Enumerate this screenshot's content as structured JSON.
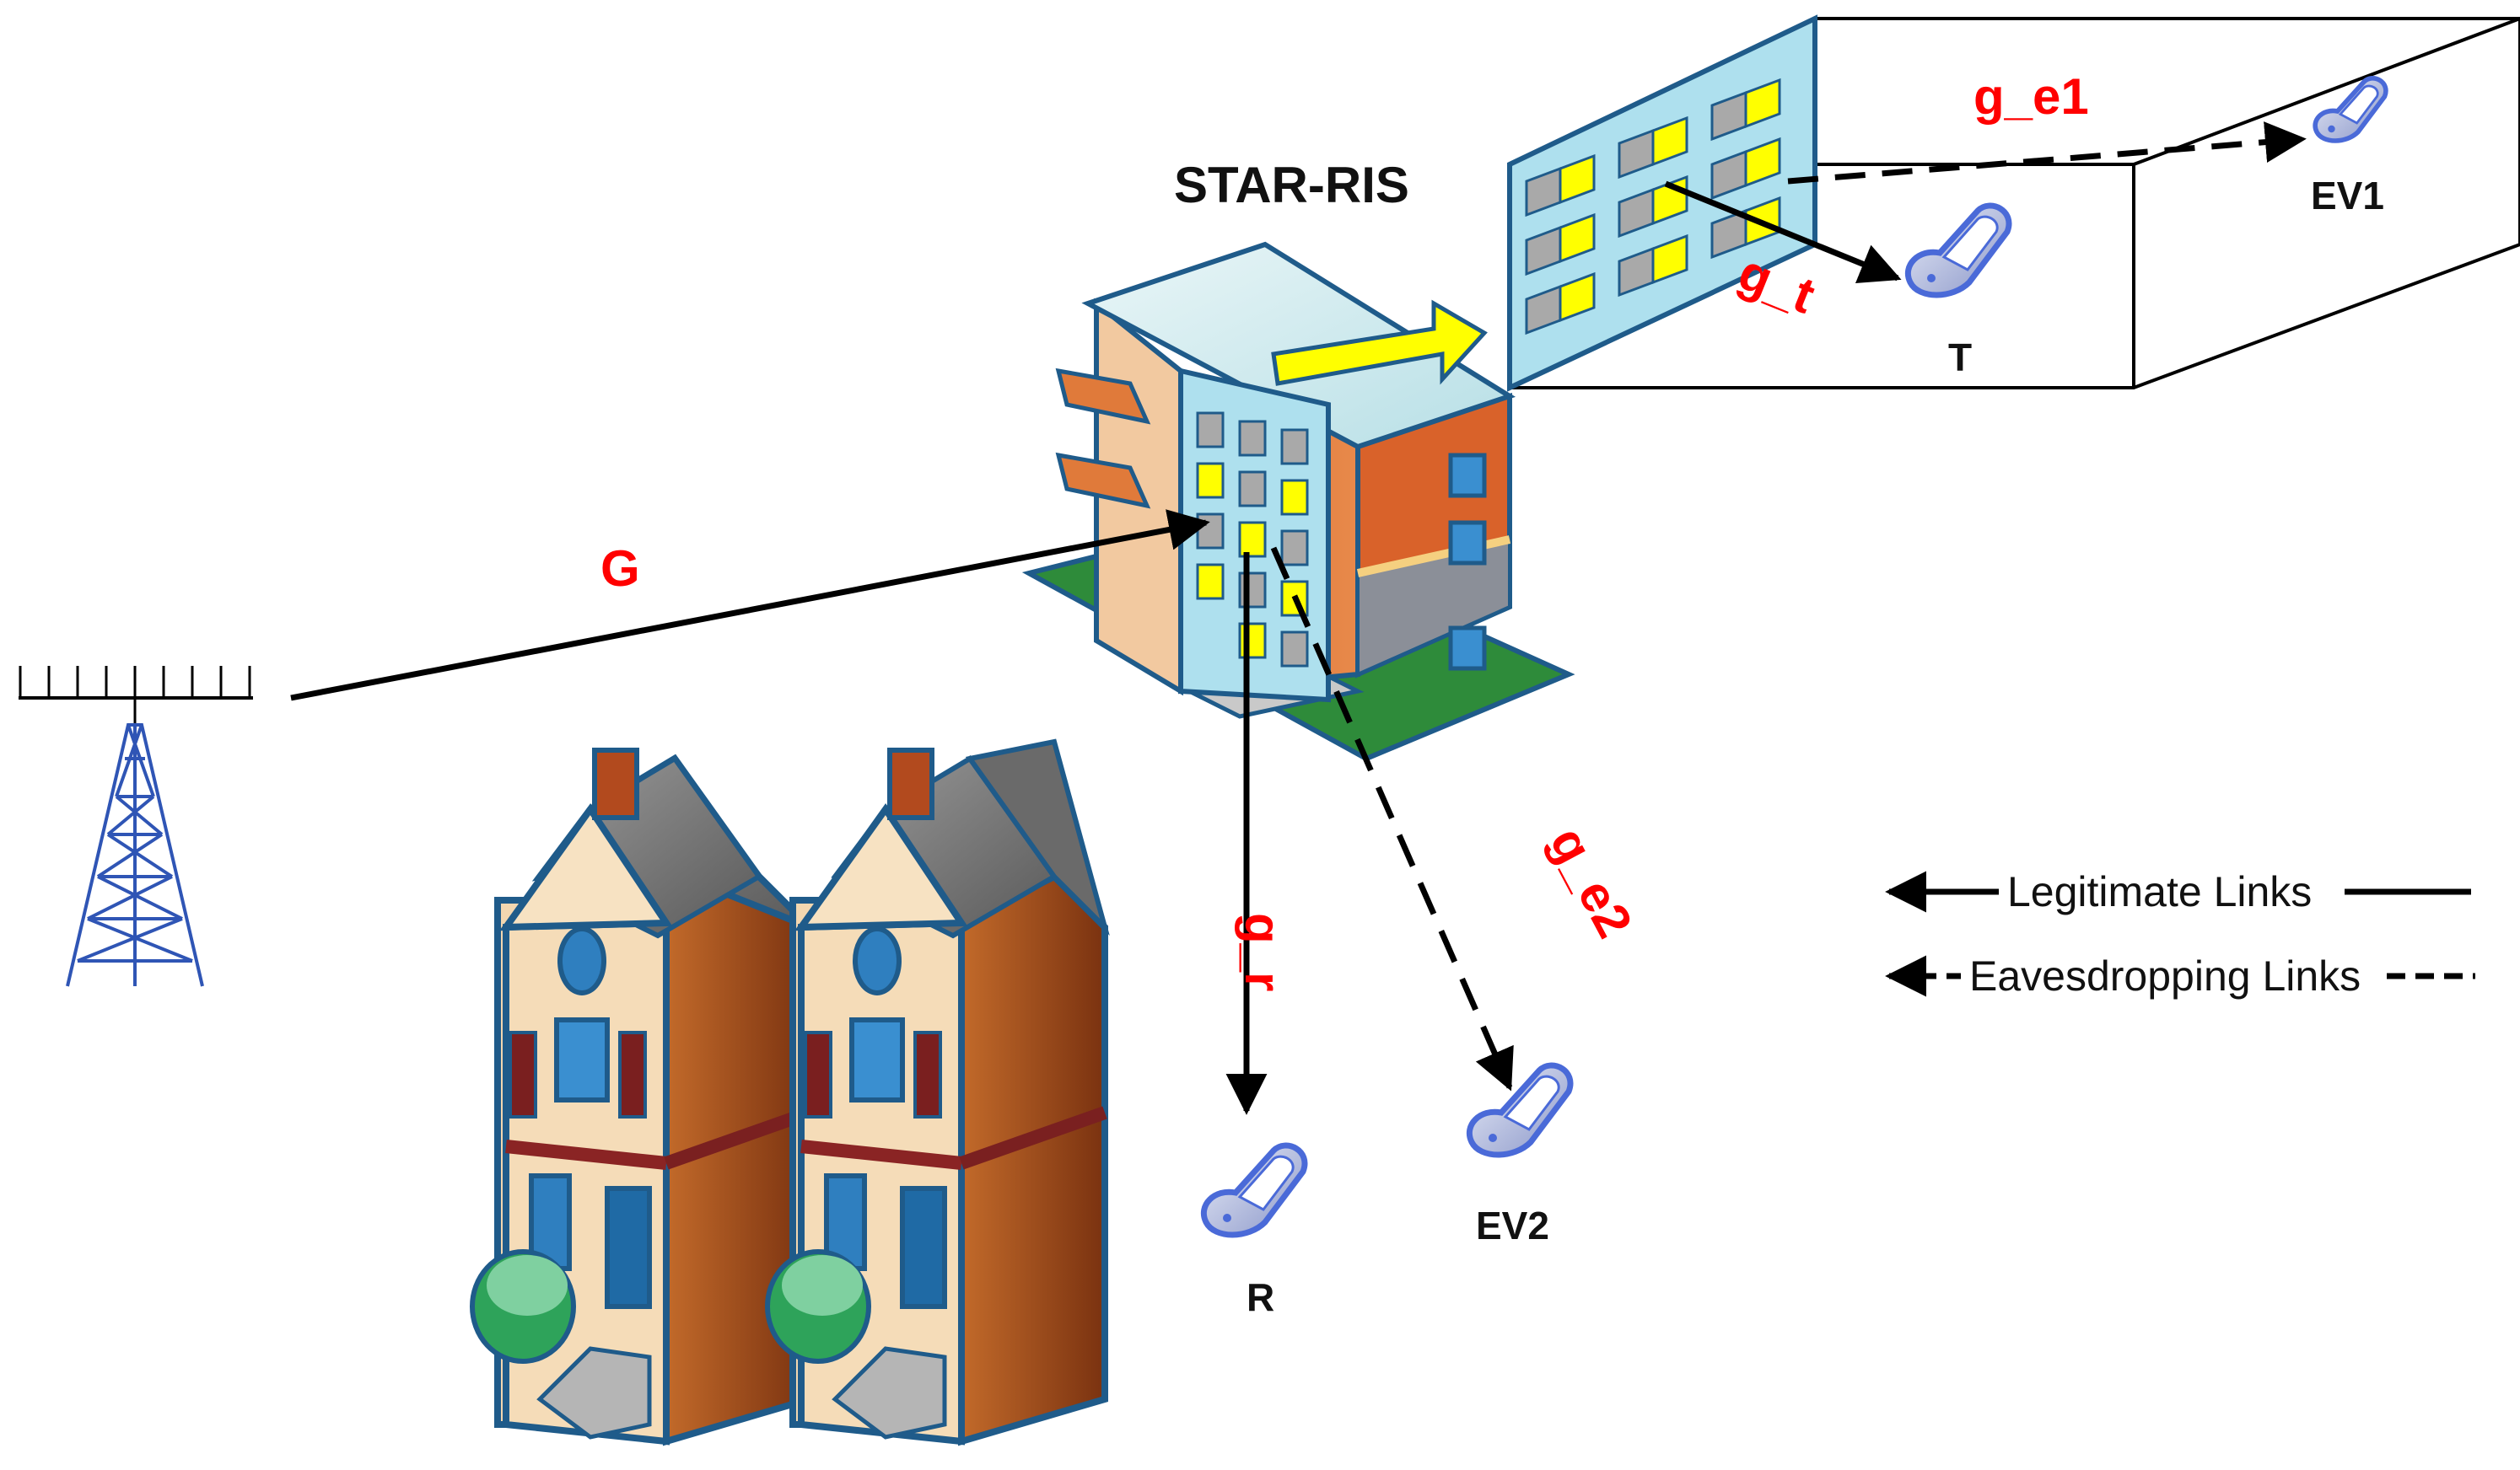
{
  "labels": {
    "star_ris": "STAR-RIS",
    "link_G": "G",
    "link_g_t": "g_t",
    "link_g_r": "g_r",
    "link_g_e1": "g_e1",
    "link_g_e2": "g_e2",
    "user_T": "T",
    "user_R": "R",
    "user_EV1": "EV1",
    "user_EV2": "EV2"
  },
  "legend": {
    "legitimate": "Legitimate Links",
    "eavesdropping": "Eavesdropping Links"
  },
  "icons": {
    "base_station": "antenna-tower-icon",
    "phone": "mobile-phone-icon",
    "building": "office-building-icon",
    "houses": "houses-icon"
  },
  "colors": {
    "link_label": "#ff0000",
    "link_line": "#000000",
    "ris_element": "#ffff00",
    "ris_element_off": "#a9a9a9",
    "ris_panel": "#aee0ee",
    "arrow_yellow": "#ffff00"
  }
}
